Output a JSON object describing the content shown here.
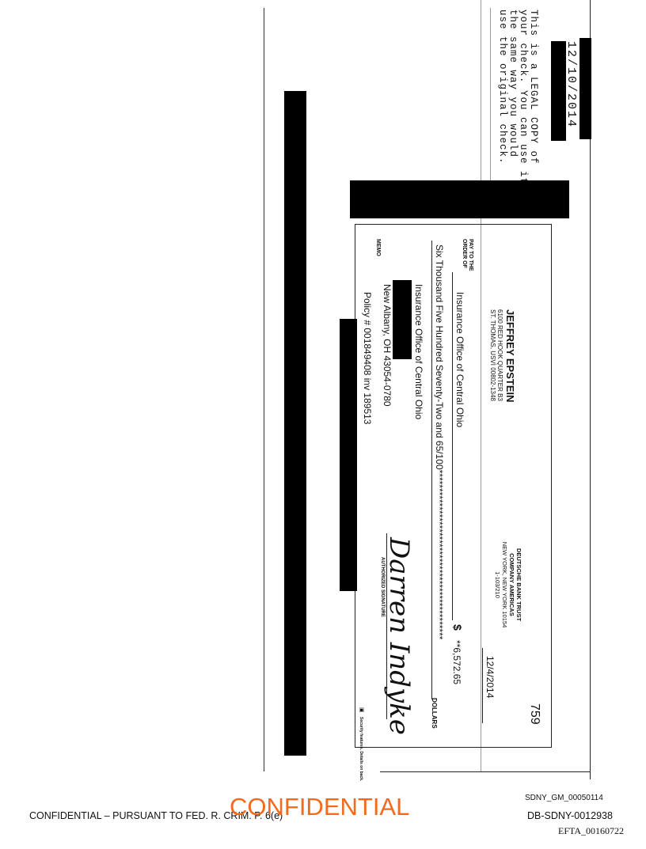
{
  "stamp_date": "12/10/2014",
  "legal_copy_lines": [
    "This is a LEGAL COPY of",
    "your check. You can use it",
    "the same way you would",
    "use the original check."
  ],
  "check": {
    "payer_name": "JEFFREY EPSTEIN",
    "payer_address_1": "6100 RED HOOK QUARTER B3",
    "payer_address_2": "ST. THOMAS, USVI 00802-1348",
    "bank_1": "DEUTSCHE BANK TRUST",
    "bank_2": "COMPANY AMERICAS",
    "bank_3": "NEW YORK, NEW YORK 10154",
    "bank_4": "1-103/210",
    "check_number": "759",
    "date": "12/4/2014",
    "pay_to_label_1": "PAY TO THE",
    "pay_to_label_2": "ORDER OF",
    "payee": "Insurance Office of Central Ohio",
    "dollar_sign": "$",
    "amount": "**6,572.65",
    "amount_words": "Six Thousand Five Hundred Seventy-Two and 65/100**********************************************",
    "dollars_label": "DOLLARS",
    "address_1": "Insurance Office of Central Ohio",
    "address_3": "New Albany, OH  43054-0780",
    "memo_label": "MEMO",
    "memo": "Policy # 0018494​08 inv 189513",
    "signature_label": "AUTHORIZED SIGNATURE",
    "signature": "Darren Indyke",
    "security_note": "Security features. Details on back."
  },
  "footer": {
    "bates_1": "SDNY_GM_00050114",
    "confidential_note": "CONFIDENTIAL – PURSUANT TO FED. R. CRIM. P. 6(e)",
    "watermark": "CONFIDENTIAL",
    "bates_2": "DB-SDNY-0012938",
    "bates_3": "EFTA_00160722"
  },
  "colors": {
    "watermark": "#f26b1d"
  }
}
